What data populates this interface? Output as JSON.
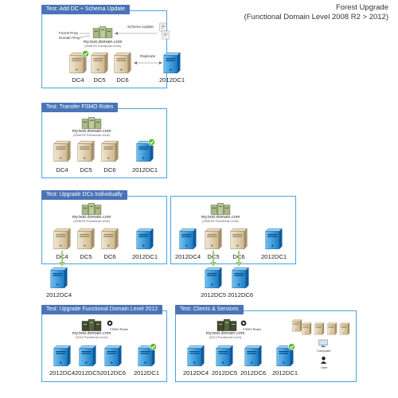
{
  "title": {
    "line1": "Forest Upgrade",
    "line2": "(Functional Domain Level 2008 R2 > 2012)"
  },
  "panels": {
    "p1": {
      "header": "Test:  Add DC + Schema Update",
      "domain_name": "my.test.domain.com",
      "domain_level": "(2008 R2 Functional Level)",
      "forest_prop": "Forest Prop",
      "domain_prop": "Domain Prop",
      "schema_update": "Schema Update",
      "replicate": "Replicate",
      "servers": [
        "DC4",
        "DC5",
        "DC6",
        "2012DC1"
      ]
    },
    "p2": {
      "header": "Test:  Transfer FSMO Roles",
      "domain_name": "my.test.domain.com",
      "domain_level": "(2008 R2 Functional Level)",
      "servers": [
        "DC4",
        "DC5",
        "DC6",
        "2012DC1"
      ]
    },
    "p3": {
      "header": "Test:  Upgrade DCs Individually",
      "domain_name": "my.test.domain.com",
      "domain_level": "(2008 R2 Functional Level)",
      "servers": [
        "DC4",
        "DC5",
        "DC6",
        "2012DC1"
      ],
      "new_server": "2012DC4"
    },
    "p4": {
      "domain_name": "my.test.domain.com",
      "domain_level": "(2008 R2 Functional Level)",
      "servers": [
        "2012DC4",
        "DC5",
        "DC6",
        "2012DC1"
      ],
      "new_servers": [
        "2012DC5",
        "2012DC6"
      ]
    },
    "p5": {
      "header": "Test:  Upgrade Functional Domain Level 2012",
      "domain_name": "my.test.domain.com",
      "domain_level": "(2012 Functional Level)",
      "fsmo": "FSMO Roles",
      "servers": [
        "2012DC4",
        "2012DC5",
        "2012DC6",
        "2012DC1"
      ]
    },
    "p6": {
      "header": "Test:  Clients & Services",
      "domain_name": "my.test.domain.com",
      "domain_level": "(2012 Functional Level)",
      "fsmo": "FSMO Roles",
      "servers": [
        "2012DC4",
        "2012DC5",
        "2012DC6",
        "2012DC1"
      ],
      "computer": "Computer",
      "user": "User"
    }
  },
  "colors": {
    "panel_border": "#4aa3df",
    "header_fill": "#4a74b8",
    "server_old": "#d6c6a2",
    "server_new": "#2a8fd8",
    "check": "#5cb82e"
  }
}
